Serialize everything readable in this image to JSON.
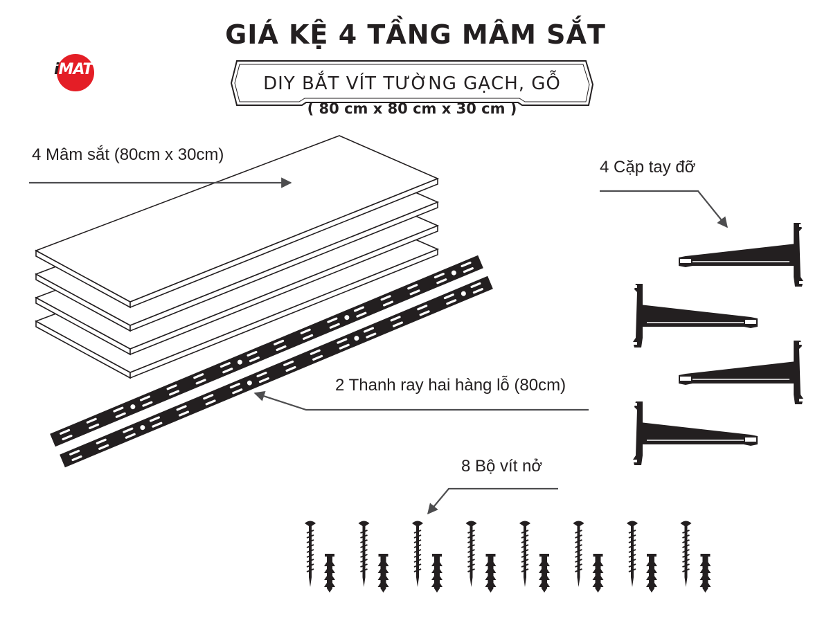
{
  "header": {
    "title": "GIÁ KỆ 4 TẦNG MÂM SẮT",
    "subtitle": "DIY BẮT VÍT TƯỜNG GẠCH, GỖ",
    "dimensions": "( 80 cm x 80 cm x 30 cm )"
  },
  "logo": {
    "text": "iMAT",
    "color": "#e41e26"
  },
  "parts": {
    "trays": {
      "label": "4 Mâm sắt (80cm x 30cm)",
      "count": 4
    },
    "brackets": {
      "label": "4 Cặp tay đỡ",
      "count": 4
    },
    "rails": {
      "label": "2 Thanh ray hai hàng lỗ (80cm)",
      "count": 2
    },
    "screws": {
      "label": "8 Bộ vít nở",
      "count": 8
    }
  },
  "colors": {
    "ink": "#231f20",
    "background": "#ffffff",
    "brand_red": "#e41e26"
  },
  "icons": [
    "shelf-tray-icon",
    "wall-rail-icon",
    "shelf-bracket-icon",
    "screw-icon",
    "wall-anchor-icon",
    "arrow-icon"
  ]
}
